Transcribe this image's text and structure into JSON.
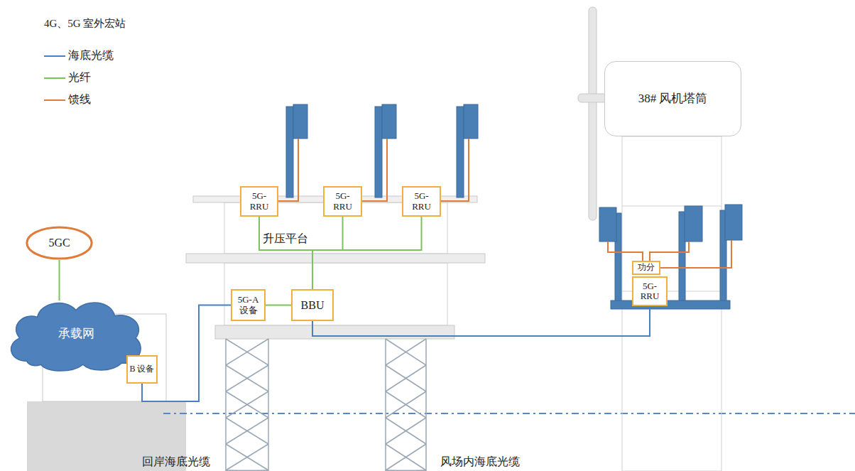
{
  "diagram": {
    "nodes": [
      {
        "text": [
          "5GC"
        ]
      },
      {
        "text": [
          "承载网"
        ]
      },
      {
        "text": [
          "B 设备"
        ]
      },
      {
        "text": [
          "5G-RRU"
        ]
      },
      {
        "text": [
          "5G-RRU"
        ]
      },
      {
        "text": [
          "5G-RRU"
        ]
      },
      {
        "text": [
          "5G-A 设备"
        ]
      },
      {
        "text": [
          "BBU"
        ]
      },
      {
        "text": [
          "38# 风机塔筒"
        ]
      },
      {
        "text": [
          "功分"
        ]
      },
      {
        "text": [
          "5G-RRU"
        ]
      }
    ],
    "edges": [
      {
        "from": 0,
        "to": 1,
        "arrow": "none"
      },
      {
        "from": 2,
        "to": 6,
        "arrow": "none"
      },
      {
        "from": 3,
        "to": 7,
        "arrow": "none"
      },
      {
        "from": 4,
        "to": 7,
        "arrow": "none"
      },
      {
        "from": 5,
        "to": 7,
        "arrow": "none"
      },
      {
        "from": 6,
        "to": 7,
        "arrow": "none"
      },
      {
        "from": 7,
        "to": 10,
        "arrow": "none"
      }
    ],
    "labels": [
      "4G、5G 室外宏站",
      "升压平台",
      "回岸海底光缆",
      "风场内海底光缆"
    ],
    "legend": [
      {
        "text": "海底光缆"
      },
      {
        "text": "光纤"
      },
      {
        "text": "馈线"
      }
    ]
  }
}
